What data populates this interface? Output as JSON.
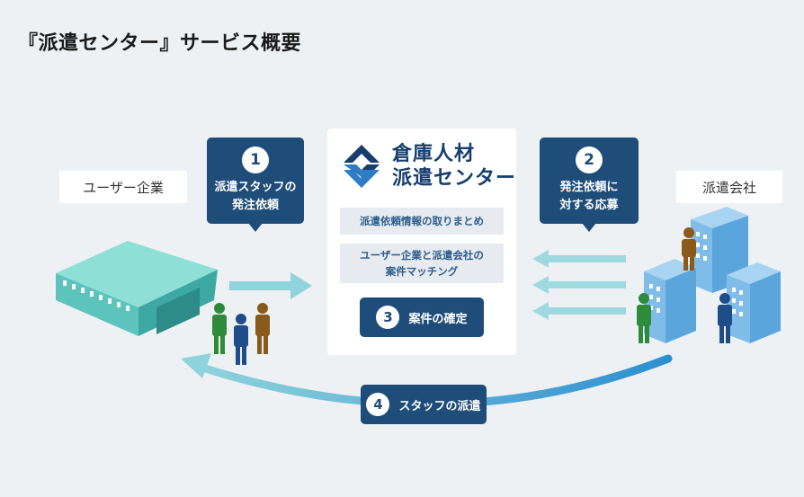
{
  "title": "『派遣センター』サービス概要",
  "user_company": {
    "label": "ユーザー企業"
  },
  "dispatch_company": {
    "label": "派遣会社"
  },
  "step1": {
    "number": "1",
    "line1": "派遣スタッフの",
    "line2": "発注依頼"
  },
  "step2": {
    "number": "2",
    "line1": "発注依頼に",
    "line2": "対する応募"
  },
  "center": {
    "logo_line1": "倉庫人材",
    "logo_line2": "派遣センター",
    "func1": "派遣依頼情報の取りまとめ",
    "func2_line1": "ユーザー企業と派遣会社の",
    "func2_line2": "案件マッチング",
    "step3_number": "3",
    "step3_label": "案件の確定"
  },
  "step4": {
    "number": "4",
    "label": "スタッフの派遣"
  },
  "colors": {
    "navy": "#1f4d7a",
    "teal_arrow": "#8fd3db",
    "warehouse": "#5cc4bd",
    "building": "#6bb0e0",
    "background": "#eef1f4"
  }
}
